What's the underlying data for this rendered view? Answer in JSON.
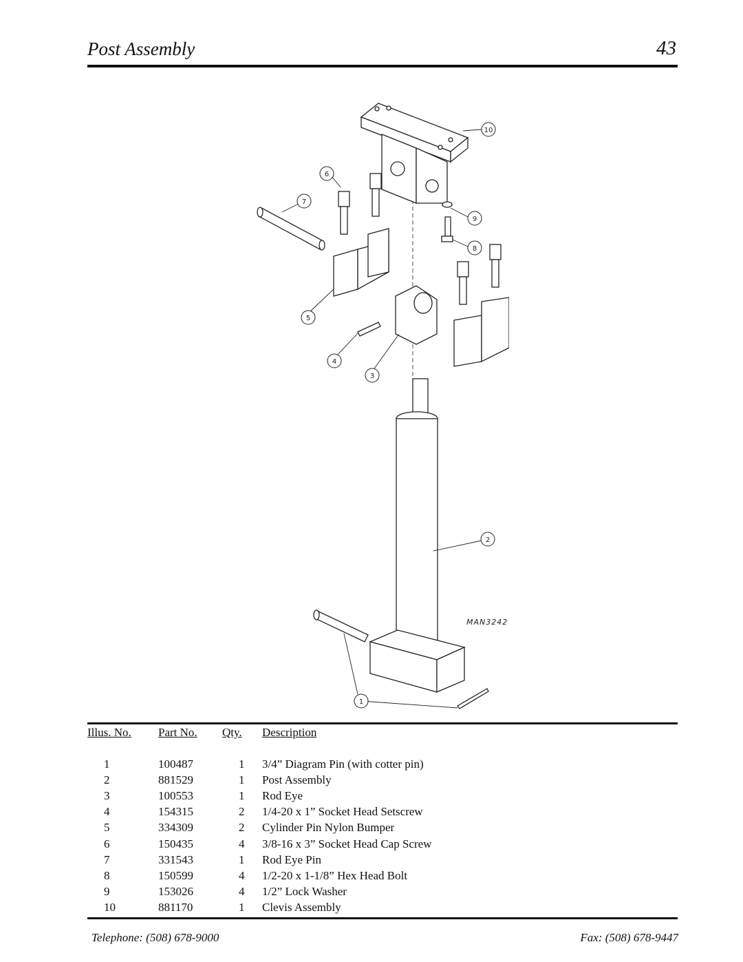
{
  "header": {
    "title": "Post Assembly",
    "page_number": "43"
  },
  "diagram": {
    "drawing_code": "MAN3242",
    "callouts": [
      "1",
      "2",
      "3",
      "4",
      "5",
      "6",
      "7",
      "8",
      "9",
      "10"
    ]
  },
  "parts_table": {
    "headers": [
      "Illus. No.",
      "Part No.",
      "Qty.",
      "Description"
    ],
    "rows": [
      {
        "illus": "1",
        "part": "100487",
        "qty": "1",
        "desc": "3/4” Diagram Pin (with cotter pin)"
      },
      {
        "illus": "2",
        "part": "881529",
        "qty": "1",
        "desc": "Post Assembly"
      },
      {
        "illus": "3",
        "part": "100553",
        "qty": "1",
        "desc": "Rod Eye"
      },
      {
        "illus": "4",
        "part": "154315",
        "qty": "2",
        "desc": "1/4-20 x 1” Socket Head Setscrew"
      },
      {
        "illus": "5",
        "part": "334309",
        "qty": "2",
        "desc": "Cylinder Pin Nylon Bumper"
      },
      {
        "illus": "6",
        "part": "150435",
        "qty": "4",
        "desc": "3/8-16 x 3” Socket Head Cap Screw"
      },
      {
        "illus": "7",
        "part": "331543",
        "qty": "1",
        "desc": "Rod Eye Pin"
      },
      {
        "illus": "8",
        "part": "150599",
        "qty": "4",
        "desc": "1/2-20 x 1-1/8” Hex Head Bolt"
      },
      {
        "illus": "9",
        "part": "153026",
        "qty": "4",
        "desc": "1/2” Lock Washer"
      },
      {
        "illus": "10",
        "part": "881170",
        "qty": "1",
        "desc": "Clevis Assembly"
      }
    ]
  },
  "footer": {
    "telephone": "Telephone: (508) 678-9000",
    "fax": "Fax: (508) 678-9447"
  }
}
